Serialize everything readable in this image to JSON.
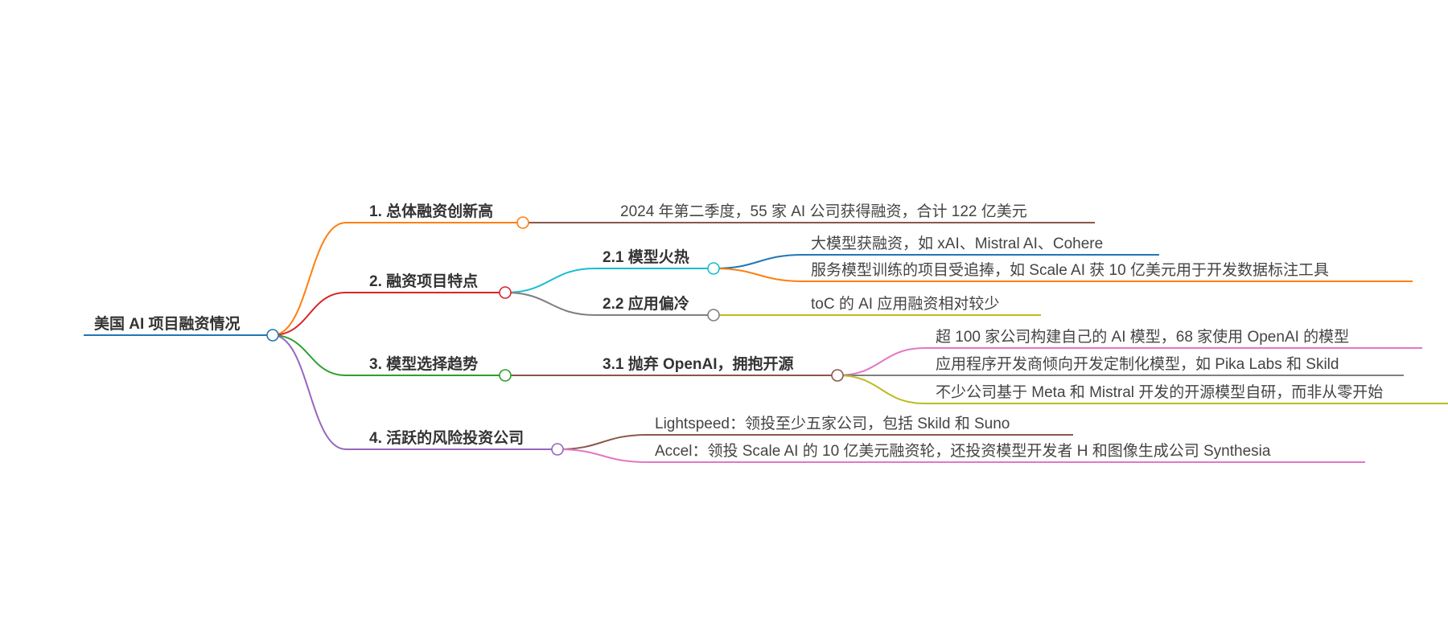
{
  "root": {
    "label": "美国 AI 项目融资情况",
    "color": "#1f77b4"
  },
  "branches": [
    {
      "label": "1. 总体融资创新高",
      "color": "#ff7f0e",
      "children": [
        {
          "label": "2024 年第二季度，55 家 AI 公司获得融资，合计 122 亿美元",
          "color": "#8c564b"
        }
      ]
    },
    {
      "label": "2. 融资项目特点",
      "color": "#d62728",
      "children": [
        {
          "label": "2.1 模型火热",
          "color": "#17becf",
          "children": [
            {
              "label": "大模型获融资，如 xAI、Mistral AI、Cohere",
              "color": "#1f77b4"
            },
            {
              "label": "服务模型训练的项目受追捧，如 Scale AI 获 10 亿美元用于开发数据标注工具",
              "color": "#ff7f0e"
            }
          ]
        },
        {
          "label": "2.2 应用偏冷",
          "color": "#7f7f7f",
          "children": [
            {
              "label": "toC 的 AI 应用融资相对较少",
              "color": "#bcbd22"
            }
          ]
        }
      ]
    },
    {
      "label": "3. 模型选择趋势",
      "color": "#2ca02c",
      "children": [
        {
          "label": "3.1 抛弃 OpenAI，拥抱开源",
          "color": "#8c564b",
          "children": [
            {
              "label": "超 100 家公司构建自己的 AI 模型，68 家使用 OpenAI 的模型",
              "color": "#e377c2"
            },
            {
              "label": "应用程序开发商倾向开发定制化模型，如 Pika Labs 和 Skild",
              "color": "#7f7f7f"
            },
            {
              "label": "不少公司基于 Meta 和 Mistral 开发的开源模型自研，而非从零开始",
              "color": "#bcbd22"
            }
          ]
        }
      ]
    },
    {
      "label": "4. 活跃的风险投资公司",
      "color": "#9467bd",
      "children": [
        {
          "label": "Lightspeed：领投至少五家公司，包括 Skild 和 Suno",
          "color": "#8c564b"
        },
        {
          "label": "Accel：领投 Scale AI 的 10 亿美元融资轮，还投资模型开发者 H 和图像生成公司 Synthesia",
          "color": "#e377c2"
        }
      ]
    }
  ]
}
